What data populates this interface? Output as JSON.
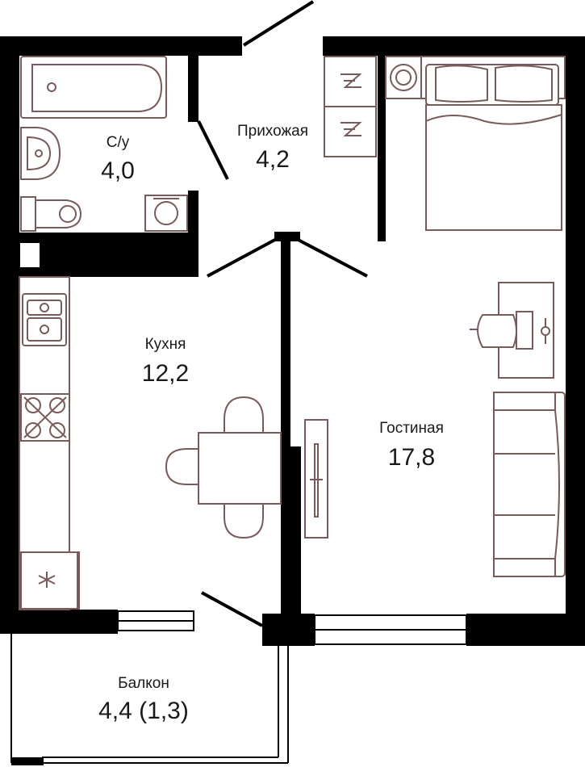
{
  "rooms": {
    "bathroom": {
      "name": "С/у",
      "area": "4,0"
    },
    "hallway": {
      "name": "Прихожая",
      "area": "4,2"
    },
    "kitchen": {
      "name": "Кухня",
      "area": "12,2"
    },
    "living": {
      "name": "Гостиная",
      "area": "17,8"
    },
    "balcony": {
      "name": "Балкон",
      "area": "4,4 (1,3)"
    }
  },
  "colors": {
    "wall": "#000000",
    "furniture": "#7a5a5a",
    "text": "#1a1a1a"
  }
}
